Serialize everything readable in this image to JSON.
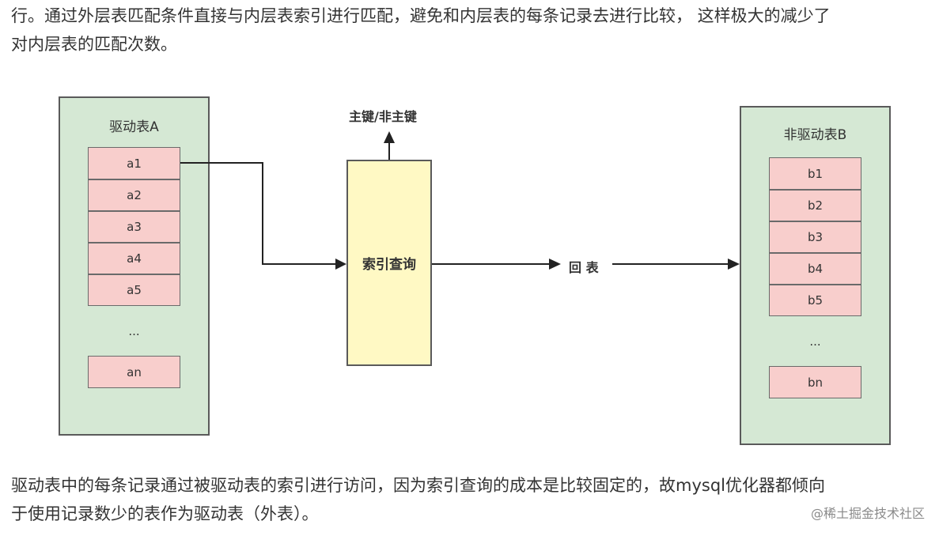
{
  "paragraph_top": {
    "line1": "行。通过外层表匹配条件直接与内层表索引进行匹配，避免和内层表的每条记录去进行比较， 这样极大的减少了",
    "line2": "对内层表的匹配次数。"
  },
  "diagram": {
    "driving_table": {
      "title": "驱动表A",
      "rows": [
        "a1",
        "a2",
        "a3",
        "a4",
        "a5"
      ],
      "ellipsis": "...",
      "last_row": "an"
    },
    "index_lookup": {
      "label": "索引查询"
    },
    "key_label": "主键/非主键",
    "back_to_table_label": "回 表",
    "driven_table": {
      "title": "非驱动表B",
      "rows": [
        "b1",
        "b2",
        "b3",
        "b4",
        "b5"
      ],
      "ellipsis": "...",
      "last_row": "bn"
    }
  },
  "paragraph_bottom": {
    "line1": "驱动表中的每条记录通过被驱动表的索引进行访问，因为索引查询的成本是比较固定的，故mysql优化器都倾向",
    "line2": "于使用记录数少的表作为驱动表（外表）。"
  },
  "watermark": "@稀土掘金技术社区"
}
